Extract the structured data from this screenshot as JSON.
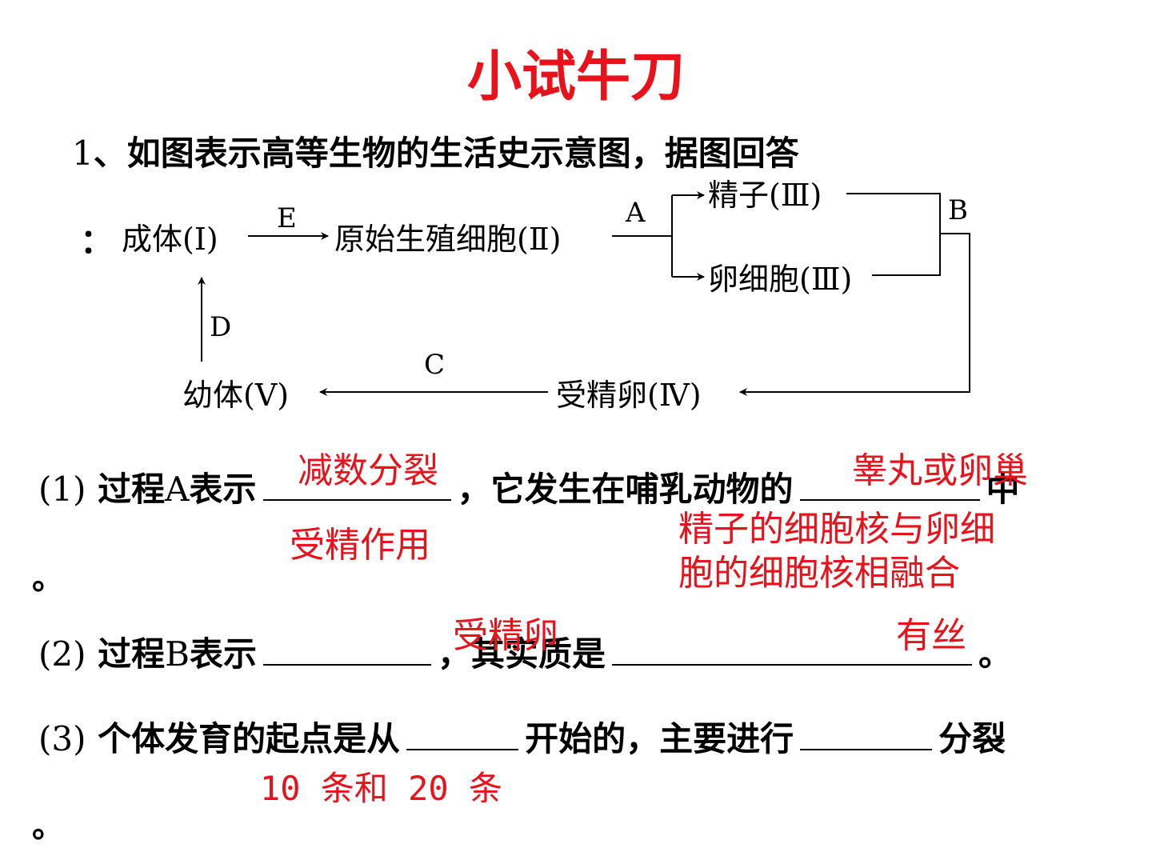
{
  "title": "小试牛刀",
  "question": {
    "number": "1",
    "stem": "、如图表示高等生物的生活史示意图，据图回答",
    "stem_tail": "："
  },
  "diagram": {
    "adult": "成体(Ⅰ)",
    "primordial": "原始生殖细胞(Ⅱ)",
    "sperm": "精子(Ⅲ)",
    "egg": "卵细胞(Ⅲ)",
    "zygote": "受精卵(Ⅳ)",
    "juvenile": "幼体(Ⅴ)",
    "label_e": "E",
    "label_a": "A",
    "label_b": "B",
    "label_c": "C",
    "label_d": "D"
  },
  "items": [
    {
      "num": "(1)",
      "part1": "过程",
      "letter": "A",
      "part2": "表示",
      "part3": "，它发生在哺乳动物的",
      "part4": "中",
      "end": "。"
    },
    {
      "num": "(2)",
      "part1": "过程",
      "letter": "B",
      "part2": "表示",
      "part3": "，其实质是",
      "end": "。"
    },
    {
      "num": "(3)",
      "part1": "个体发育的起点是从",
      "part2": "开始的，主要进行",
      "part3": "分裂",
      "end": "。"
    }
  ],
  "answers": {
    "a1": "减数分裂",
    "a2": "睾丸或卵巢",
    "a3": "受精作用",
    "a4_line1": "精子的细胞核与卵细",
    "a4_line2": "胞的细胞核相融合",
    "a5": "受精卵",
    "a6": "有丝",
    "a7": "10 条和 20 条"
  }
}
